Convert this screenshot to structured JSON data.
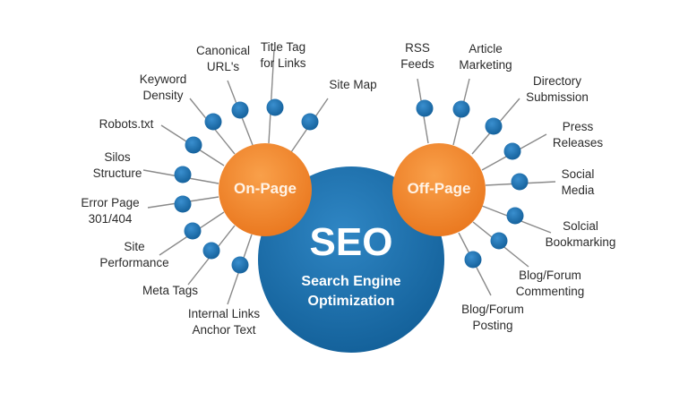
{
  "diagram": {
    "center": {
      "title": "SEO",
      "subtitle_line1": "Search Engine",
      "subtitle_line2": "Optimization",
      "color": "#1f6fa8"
    },
    "hubs": {
      "on_page": {
        "label": "On-Page",
        "color": "#f08a2c"
      },
      "off_page": {
        "label": "Off-Page",
        "color": "#f08a2c"
      }
    },
    "node_color": "#1a6fae",
    "on_page_items": [
      {
        "line1": "Canonical",
        "line2": "URL's"
      },
      {
        "line1": "Title Tag",
        "line2": "for Links"
      },
      {
        "line1": "Site Map",
        "line2": ""
      },
      {
        "line1": "Keyword",
        "line2": "Density"
      },
      {
        "line1": "Robots.txt",
        "line2": ""
      },
      {
        "line1": "Silos",
        "line2": "Structure"
      },
      {
        "line1": "Error Page",
        "line2": "301/404"
      },
      {
        "line1": "Site",
        "line2": "Performance"
      },
      {
        "line1": "Meta Tags",
        "line2": ""
      },
      {
        "line1": "Internal Links",
        "line2": "Anchor Text"
      }
    ],
    "off_page_items": [
      {
        "line1": "RSS",
        "line2": "Feeds"
      },
      {
        "line1": "Article",
        "line2": "Marketing"
      },
      {
        "line1": "Directory",
        "line2": "Submission"
      },
      {
        "line1": "Press",
        "line2": "Releases"
      },
      {
        "line1": "Social",
        "line2": "Media"
      },
      {
        "line1": "Solcial",
        "line2": "Bookmarking"
      },
      {
        "line1": "Blog/Forum",
        "line2": "Commenting"
      },
      {
        "line1": "Blog/Forum",
        "line2": "Posting"
      }
    ]
  }
}
